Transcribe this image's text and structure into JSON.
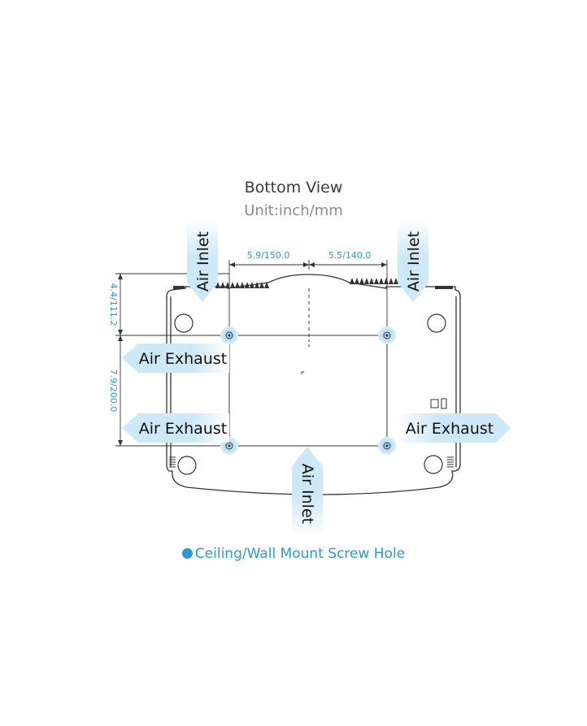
{
  "header": {
    "title": "Bottom View",
    "unit": "Unit:inch/mm"
  },
  "dimensions": {
    "top_left": "5.9/150.0",
    "top_right": "5.5/140.0",
    "left_upper": "4.4/111.2",
    "left_lower": "7.9/200.0"
  },
  "airflow": {
    "inlet_top_left": "Air Inlet",
    "inlet_top_right": "Air Inlet",
    "inlet_bottom": "Air Inlet",
    "exhaust_left_upper": "Air Exhaust",
    "exhaust_left_lower": "Air Exhaust",
    "exhaust_right": "Air Exhaust"
  },
  "legend": {
    "label": "Ceiling/Wall Mount Screw Hole"
  },
  "colors": {
    "accent": "#2b9ad3",
    "arrow_fill": "#cde8f6",
    "arrow_fade": "#ffffff",
    "outline": "#333333"
  }
}
